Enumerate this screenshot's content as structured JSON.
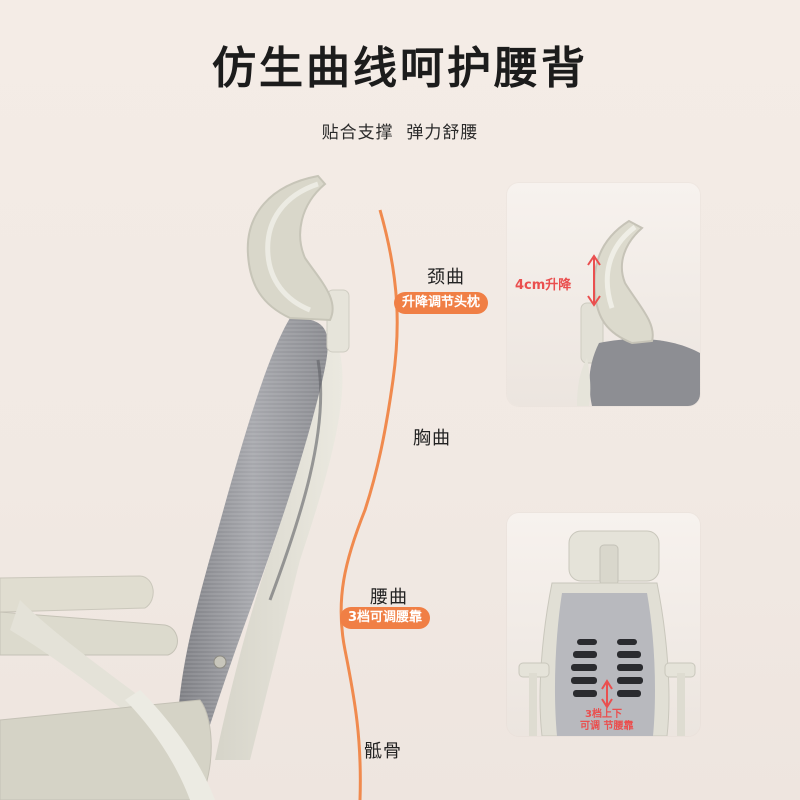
{
  "header": {
    "title": "仿生曲线呵护腰背",
    "subtitle": "贴合支撑  弹力舒腰"
  },
  "curve_labels": {
    "neck": "颈曲",
    "neck_tag": "升降调节头枕",
    "chest": "胸曲",
    "waist": "腰曲",
    "waist_tag": "3档可调腰靠",
    "tailbone": "骶骨"
  },
  "headrest_panel": {
    "callout": "4cm升降"
  },
  "lumbar_panel": {
    "callout_line1": "3档上下",
    "callout_line2": "可调 节腰靠"
  },
  "colors": {
    "accent": "#f07f45",
    "callout_red": "#ea4f4f",
    "frame": "#e2e0d6",
    "mesh": "#8e8f94"
  }
}
